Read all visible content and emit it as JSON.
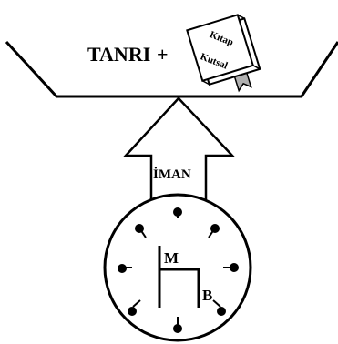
{
  "labels": {
    "tanri": "TANRI",
    "plus": "+",
    "iman": "İMAN",
    "m": "M",
    "b": "B"
  },
  "book": {
    "word1": "Kutsal",
    "word2": "Kıtap"
  },
  "colors": {
    "ink": "#000000",
    "paper": "#ffffff",
    "bookmark": "#b0b0b0"
  }
}
